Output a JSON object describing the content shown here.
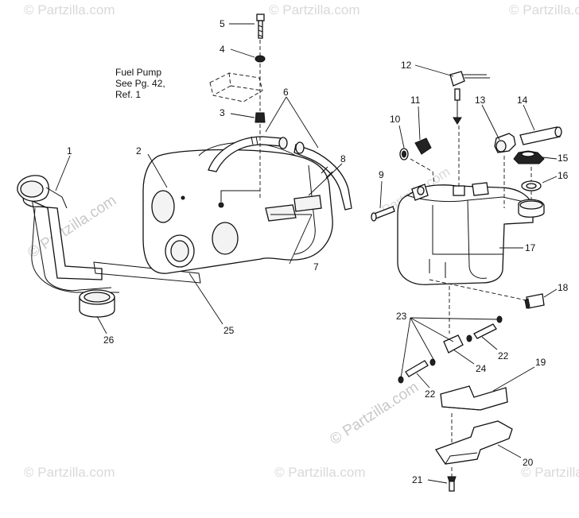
{
  "watermark": {
    "text": "© Partzilla.com",
    "big_text": "© Partzilla.com"
  },
  "note": {
    "line1": "Fuel Pump",
    "line2": "See Pg. 42,",
    "line3": "Ref. 1"
  },
  "callouts": {
    "c1": "1",
    "c2": "2",
    "c3": "3",
    "c4": "4",
    "c5": "5",
    "c6": "6",
    "c7": "7",
    "c8": "8",
    "c9": "9",
    "c10": "10",
    "c11": "11",
    "c12": "12",
    "c13": "13",
    "c14": "14",
    "c15": "15",
    "c16": "16",
    "c17": "17",
    "c18": "18",
    "c19": "19",
    "c20": "20",
    "c21": "21",
    "c22a": "22",
    "c22b": "22",
    "c23": "23",
    "c24": "24",
    "c25": "25",
    "c26": "26"
  }
}
